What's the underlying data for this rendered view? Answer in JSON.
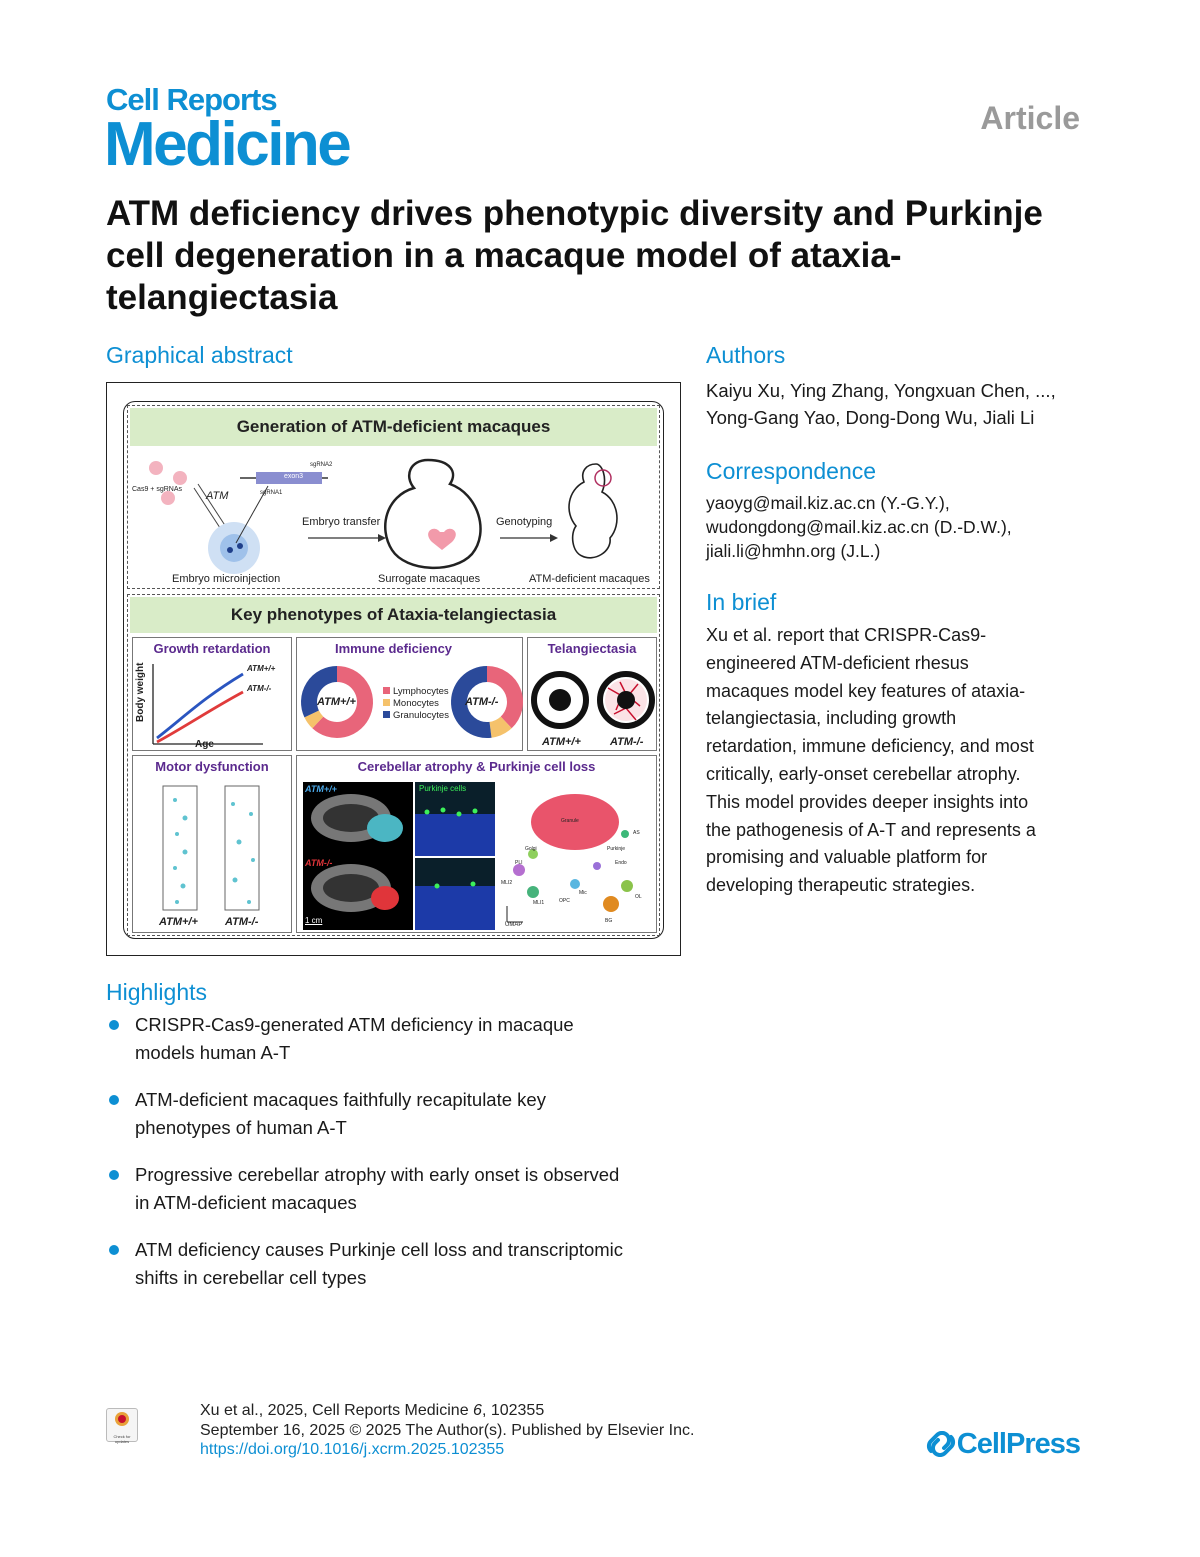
{
  "journal": {
    "line1": "Cell Reports",
    "line2": "Medicine"
  },
  "article_type": "Article",
  "title": "ATM deficiency drives phenotypic diversity and Purkinje cell degeneration in a macaque model of ataxia-telangiectasia",
  "graphical_abstract": {
    "heading": "Graphical abstract",
    "generation": {
      "band": "Generation of ATM-deficient macaques",
      "cas9_label": "Cas9 + sgRNAs",
      "atm_label": "ATM",
      "exon_label": "exon3",
      "sgrna2": "sgRNA2",
      "sgrna1": "sgRNA1",
      "embryo_transfer": "Embryo transfer",
      "genotyping": "Genotyping",
      "embryo_microinjection": "Embryo microinjection",
      "surrogate": "Surrogate macaques",
      "deficient": "ATM-deficient macaques"
    },
    "phenotypes": {
      "band": "Key phenotypes of Ataxia-telangiectasia",
      "growth": {
        "title": "Growth retardation",
        "ylabel": "Body weight",
        "xlabel": "Age",
        "wt": "ATM+/+",
        "ko": "ATM-/-"
      },
      "immune": {
        "title": "Immune deficiency",
        "wt": "ATM+/+",
        "ko": "ATM-/-",
        "legend": [
          "Lymphocytes",
          "Monocytes",
          "Granulocytes"
        ],
        "colors": [
          "#e8657a",
          "#f5c26b",
          "#2b4a9a"
        ],
        "wt_fractions": [
          0.62,
          0.06,
          0.32
        ],
        "ko_fractions": [
          0.38,
          0.1,
          0.52
        ]
      },
      "telang": {
        "title": "Telangiectasia",
        "wt": "ATM+/+",
        "ko": "ATM-/-"
      },
      "motor": {
        "title": "Motor dysfunction",
        "wt": "ATM+/+",
        "ko": "ATM-/-"
      },
      "cereb": {
        "title": "Cerebellar atrophy & Purkinje cell loss",
        "wt": "ATM+/+",
        "ko": "ATM-/-",
        "purkinje": "Purkinje cells",
        "scale": "1 cm",
        "umap": "UMAP",
        "clusters": [
          "Granule",
          "AS",
          "Purkinje",
          "Golgi",
          "Endo",
          "PLI",
          "MLI2",
          "MLI1",
          "OPC",
          "Mic",
          "OL",
          "BG"
        ]
      }
    }
  },
  "authors": {
    "heading": "Authors",
    "line1": "Kaiyu Xu, Ying Zhang, Yongxuan Chen, ...,",
    "line2": "Yong-Gang Yao, Dong-Dong Wu, Jiali Li"
  },
  "correspondence": {
    "heading": "Correspondence",
    "lines": [
      "yaoyg@mail.kiz.ac.cn (Y.-G.Y.),",
      "wudongdong@mail.kiz.ac.cn (D.-D.W.),",
      "jiali.li@hmhn.org (J.L.)"
    ]
  },
  "in_brief": {
    "heading": "In brief",
    "lines": [
      "Xu et al. report that CRISPR-Cas9-",
      "engineered ATM-deficient rhesus",
      "macaques model key features of ataxia-",
      "telangiectasia, including growth",
      "retardation, immune deficiency, and most",
      "critically, early-onset cerebellar atrophy.",
      "This model provides deeper insights into",
      "the pathogenesis of A-T and represents a",
      "promising and valuable platform for",
      "developing therapeutic strategies."
    ]
  },
  "highlights": {
    "heading": "Highlights",
    "items": [
      {
        "l1": "CRISPR-Cas9-generated ATM deficiency in macaque",
        "l2": "models human A-T"
      },
      {
        "l1": "ATM-deficient macaques faithfully recapitulate key",
        "l2": "phenotypes of human A-T"
      },
      {
        "l1": "Progressive cerebellar atrophy with early onset is observed",
        "l2": "in ATM-deficient macaques"
      },
      {
        "l1": "ATM deficiency causes Purkinje cell loss and transcriptomic",
        "l2": "shifts in cerebellar cell types"
      }
    ]
  },
  "footer": {
    "citation_a": "Xu et al., 2025, Cell Reports Medicine ",
    "citation_vol": "6",
    "citation_b": ", 102355",
    "date_line": "September 16, 2025 © 2025 The Author(s). Published by Elsevier Inc.",
    "doi": "https://doi.org/10.1016/j.xcrm.2025.102355",
    "check_label": "Check for updates"
  },
  "publisher": "CellPress"
}
